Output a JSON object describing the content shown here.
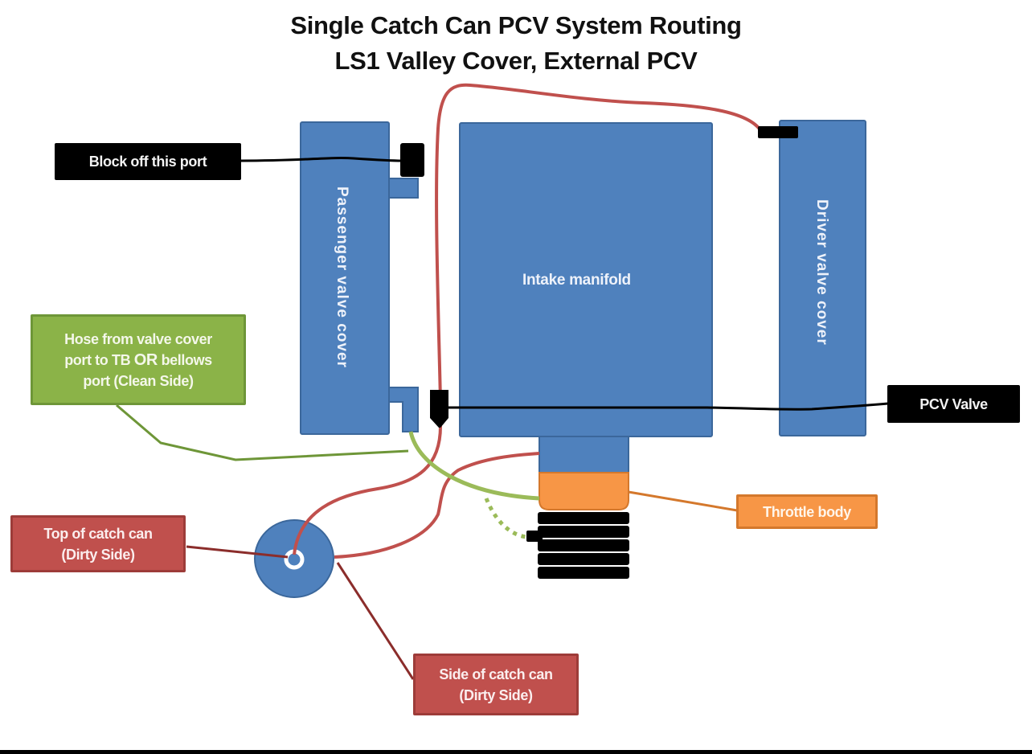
{
  "title": {
    "line1": "Single Catch Can PCV System Routing",
    "line2": "LS1 Valley Cover, External PCV"
  },
  "components": {
    "passenger_valve_cover": "Passenger valve cover",
    "intake_manifold": "Intake manifold",
    "driver_valve_cover": "Driver valve cover"
  },
  "callouts": {
    "block_off_port": "Block off this port",
    "hose_clean_side": {
      "line1": "Hose from valve cover",
      "line2_pre": "port to TB ",
      "line2_em": "OR",
      "line2_post": " bellows",
      "line3": "port (Clean Side)"
    },
    "pcv_valve": "PCV Valve",
    "throttle_body": "Throttle body",
    "top_of_catch_can": {
      "line1": "Top of catch can",
      "line2": "(Dirty Side)"
    },
    "side_of_catch_can": {
      "line1": "Side of catch can",
      "line2": "(Dirty Side)"
    }
  },
  "colors": {
    "component_blue": "#4f81bd",
    "component_border": "#3b679b",
    "dirty_hose_red": "#c0504d",
    "clean_hose_green": "#9bbb59",
    "throttle_orange": "#f79646",
    "callout_black": "#000000"
  }
}
